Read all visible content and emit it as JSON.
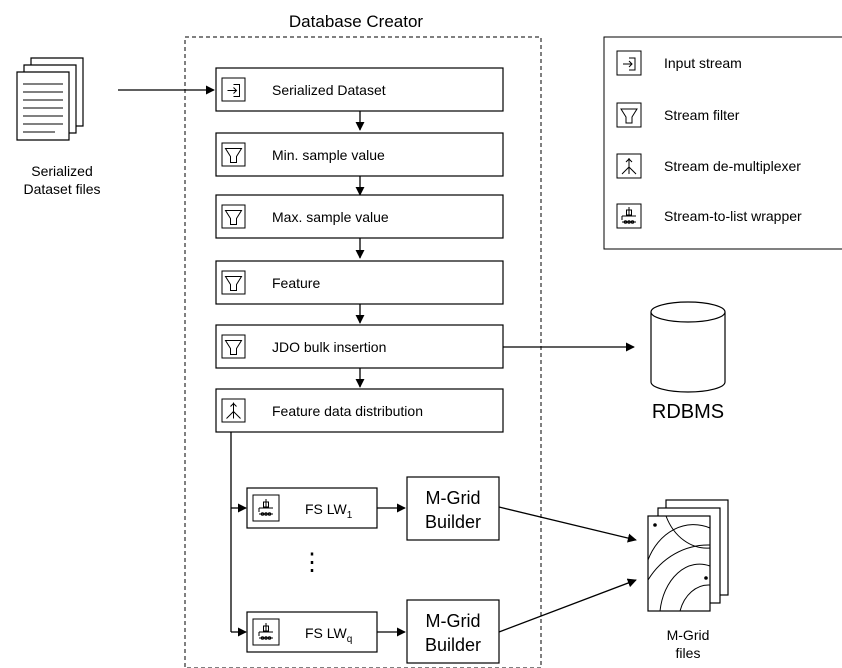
{
  "title": "Database Creator",
  "input_files": {
    "line1": "Serialized",
    "line2": "Dataset files"
  },
  "stages": [
    {
      "label": "Serialized Dataset",
      "icon": "input-stream-icon"
    },
    {
      "label": "Min. sample value",
      "icon": "stream-filter-icon"
    },
    {
      "label": "Max. sample value",
      "icon": "stream-filter-icon"
    },
    {
      "label": "Feature",
      "icon": "stream-filter-icon"
    },
    {
      "label": "JDO bulk insertion",
      "icon": "stream-filter-icon"
    },
    {
      "label": "Feature data distribution",
      "icon": "stream-demultiplexer-icon"
    }
  ],
  "wrappers": [
    {
      "label": "FS LW",
      "subscript": "1"
    },
    {
      "label": "FS LW",
      "subscript": "q"
    }
  ],
  "ellipsis": "⋮",
  "builders": [
    {
      "line1": "M-Grid",
      "line2": "Builder"
    },
    {
      "line1": "M-Grid",
      "line2": "Builder"
    }
  ],
  "rdbms": "RDBMS",
  "mgrid_files": {
    "line1": "M-Grid",
    "line2": "files"
  },
  "legend": [
    {
      "label": "Input stream",
      "icon": "input-stream-icon"
    },
    {
      "label": "Stream filter",
      "icon": "stream-filter-icon"
    },
    {
      "label": "Stream de-multiplexer",
      "icon": "stream-demultiplexer-icon"
    },
    {
      "label": "Stream-to-list wrapper",
      "icon": "stream-to-list-wrapper-icon"
    }
  ]
}
